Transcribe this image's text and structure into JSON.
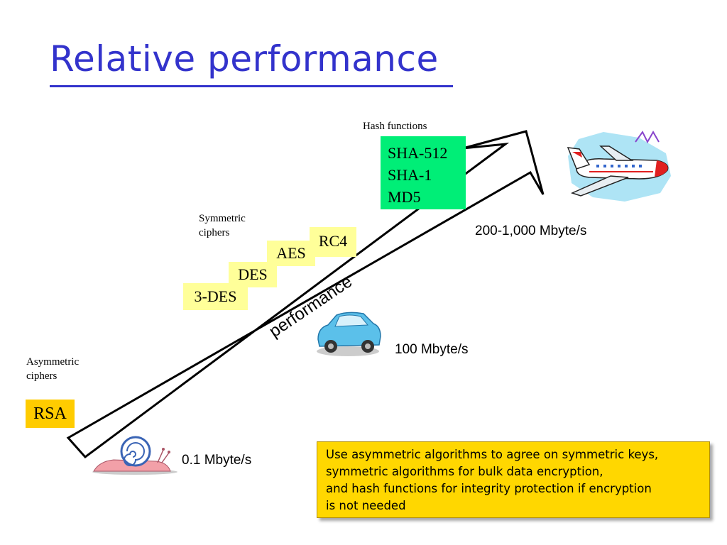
{
  "title": "Relative performance",
  "categories": {
    "hash": {
      "heading": "Hash functions",
      "items": [
        "SHA-512",
        "SHA-1",
        "MD5"
      ],
      "color": "#00ee77"
    },
    "symmetric": {
      "heading_line1": "Symmetric",
      "heading_line2": "ciphers",
      "items": [
        "3-DES",
        "DES",
        "AES",
        "RC4"
      ],
      "color": "#ffff99"
    },
    "asymmetric": {
      "heading_line1": "Asymmetric",
      "heading_line2": "ciphers",
      "items": [
        "RSA"
      ],
      "color": "#ffcc00"
    }
  },
  "arrow_label": "performance",
  "speeds": {
    "fast": "200-1,000 Mbyte/s",
    "medium": "100 Mbyte/s",
    "slow": "0.1 Mbyte/s"
  },
  "icons": {
    "fast": "airplane-icon",
    "medium": "car-icon",
    "slow": "snail-icon"
  },
  "note": {
    "lines": [
      "Use asymmetric algorithms to agree on symmetric keys,",
      "symmetric algorithms for bulk data encryption,",
      "and hash functions for integrity protection if encryption",
      "is not needed"
    ],
    "color": "#ffd700"
  }
}
